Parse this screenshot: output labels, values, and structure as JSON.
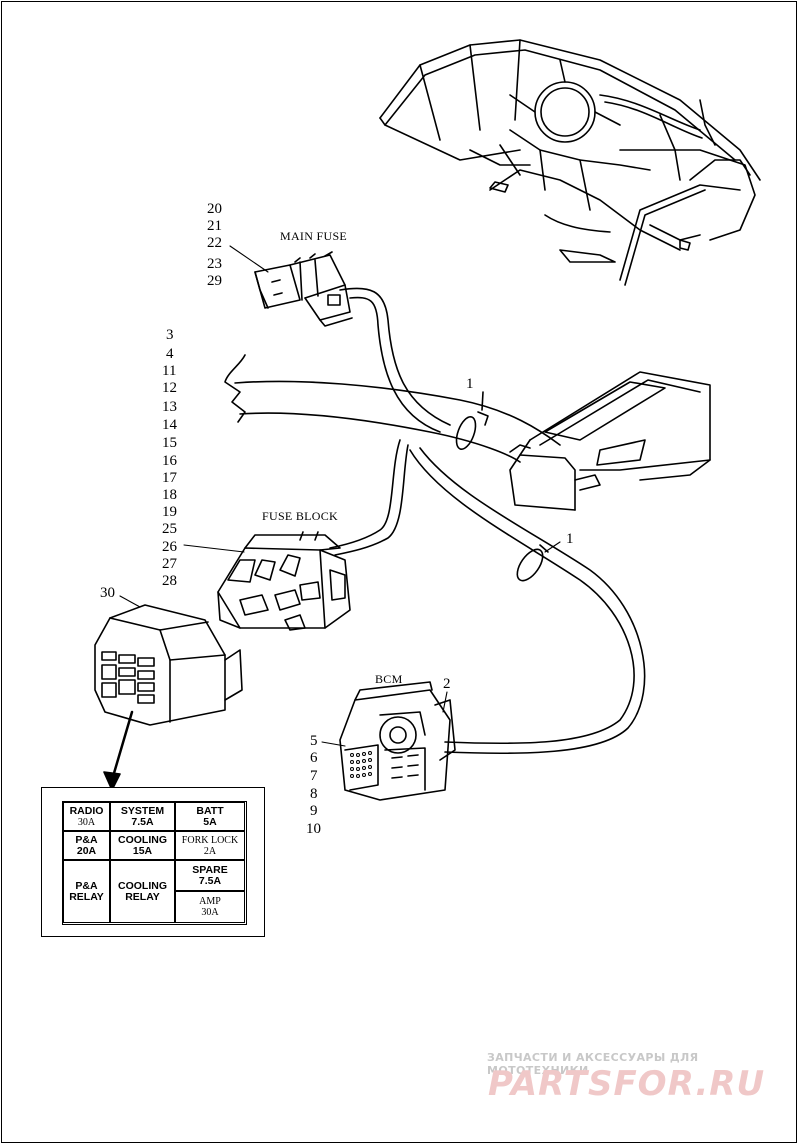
{
  "callouts": {
    "main_fuse": "MAIN FUSE",
    "fuse_block": "FUSE BLOCK",
    "bcm": "BCM"
  },
  "ref_numbers": {
    "main_fuse": [
      "20",
      "21",
      "22",
      "23",
      "29"
    ],
    "harness": [
      "3",
      "4",
      "11",
      "12",
      "13",
      "14",
      "15",
      "16",
      "17",
      "18",
      "19",
      "25",
      "26",
      "27",
      "28"
    ],
    "relay_box": "30",
    "clip_upper": "1",
    "clip_lower": "1",
    "bcm_clip": "2",
    "bcm": [
      "5",
      "6",
      "7",
      "8",
      "9",
      "10"
    ]
  },
  "fuse_legend": {
    "radio": {
      "name": "RADIO",
      "rating": "30A"
    },
    "system": {
      "name": "SYSTEM",
      "rating": "7.5A"
    },
    "batt": {
      "name": "BATT",
      "rating": "5A"
    },
    "pa": {
      "name": "P&A",
      "rating": "20A"
    },
    "cooling": {
      "name": "COOLING",
      "rating": "15A"
    },
    "fork_lock": {
      "name": "FORK LOCK",
      "rating": "2A"
    },
    "pa_relay": {
      "line1": "P&A",
      "line2": "RELAY"
    },
    "cooling_relay": {
      "line1": "COOLING",
      "line2": "RELAY"
    },
    "spare": {
      "name": "SPARE",
      "rating": "7.5A"
    },
    "amp": {
      "name": "AMP",
      "rating": "30A"
    }
  },
  "watermark": {
    "tagline": "ЗАПЧАСТИ И АКСЕССУАРЫ ДЛЯ МОТОТЕХНИКИ",
    "logo": "PARTSFOR.RU"
  },
  "colors": {
    "line": "#000000",
    "watermark_text": "#c8c8c8",
    "watermark_logo": "#f0c8c8"
  }
}
